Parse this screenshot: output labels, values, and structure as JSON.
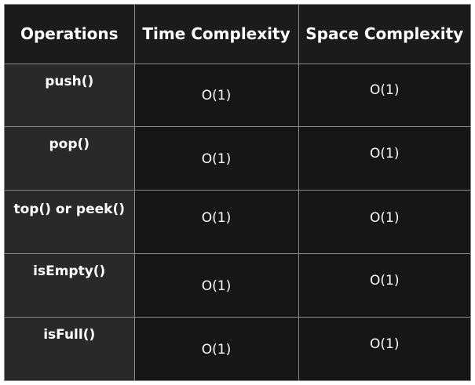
{
  "table": {
    "headers": [
      "Operations",
      "Time Complexity",
      "Space Complexity"
    ],
    "rows": [
      {
        "operation": "push()",
        "time": "O(1)",
        "space": "O(1)"
      },
      {
        "operation": "pop()",
        "time": "O(1)",
        "space": "O(1)"
      },
      {
        "operation": "top() or peek()",
        "time": "O(1)",
        "space": "O(1)"
      },
      {
        "operation": "isEmpty()",
        "time": "O(1)",
        "space": "O(1)"
      },
      {
        "operation": "isFull()",
        "time": "O(1)",
        "space": "O(1)"
      }
    ]
  },
  "colors": {
    "header_bg": "#1b1b1d",
    "operation_bg": "#29292b",
    "cell_bg": "#161618",
    "border": "#8a8a8a",
    "text": "#ffffff"
  }
}
